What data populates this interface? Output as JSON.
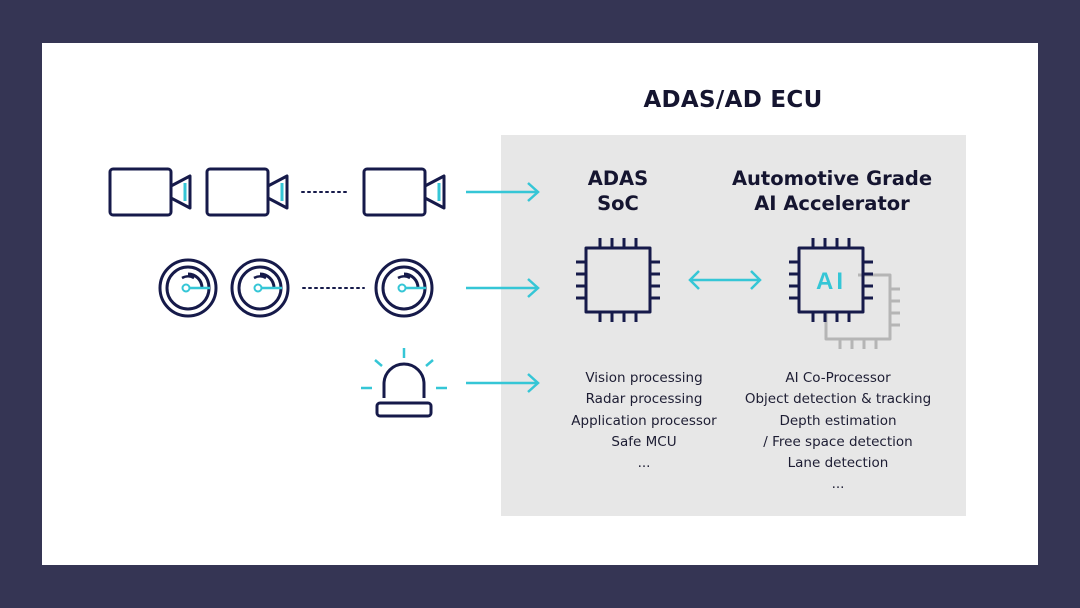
{
  "ecu_title": "ADAS/AD ECU",
  "soc": {
    "title_line1": "ADAS",
    "title_line2": "SoC"
  },
  "accel": {
    "title_line1": "Automotive Grade",
    "title_line2": "AI Accelerator",
    "chip_label": "AI"
  },
  "soc_functions": [
    "Vision processing",
    "Radar processing",
    "Application processor",
    "Safe MCU",
    "..."
  ],
  "accel_functions": [
    "AI Co-Processor",
    "Object detection & tracking",
    "Depth estimation",
    "/ Free space detection",
    "Lane detection",
    "..."
  ],
  "colors": {
    "background": "#353554",
    "card": "#ffffff",
    "ecu_box": "#e7e7e7",
    "icon_stroke": "#161a4a",
    "accent": "#35c6d6",
    "shadow_chip": "#b5b5b5"
  },
  "icons": {
    "camera": "video-camera-icon",
    "radar": "radar-icon",
    "alarm": "siren-light-icon",
    "chip": "processor-chip-icon"
  }
}
